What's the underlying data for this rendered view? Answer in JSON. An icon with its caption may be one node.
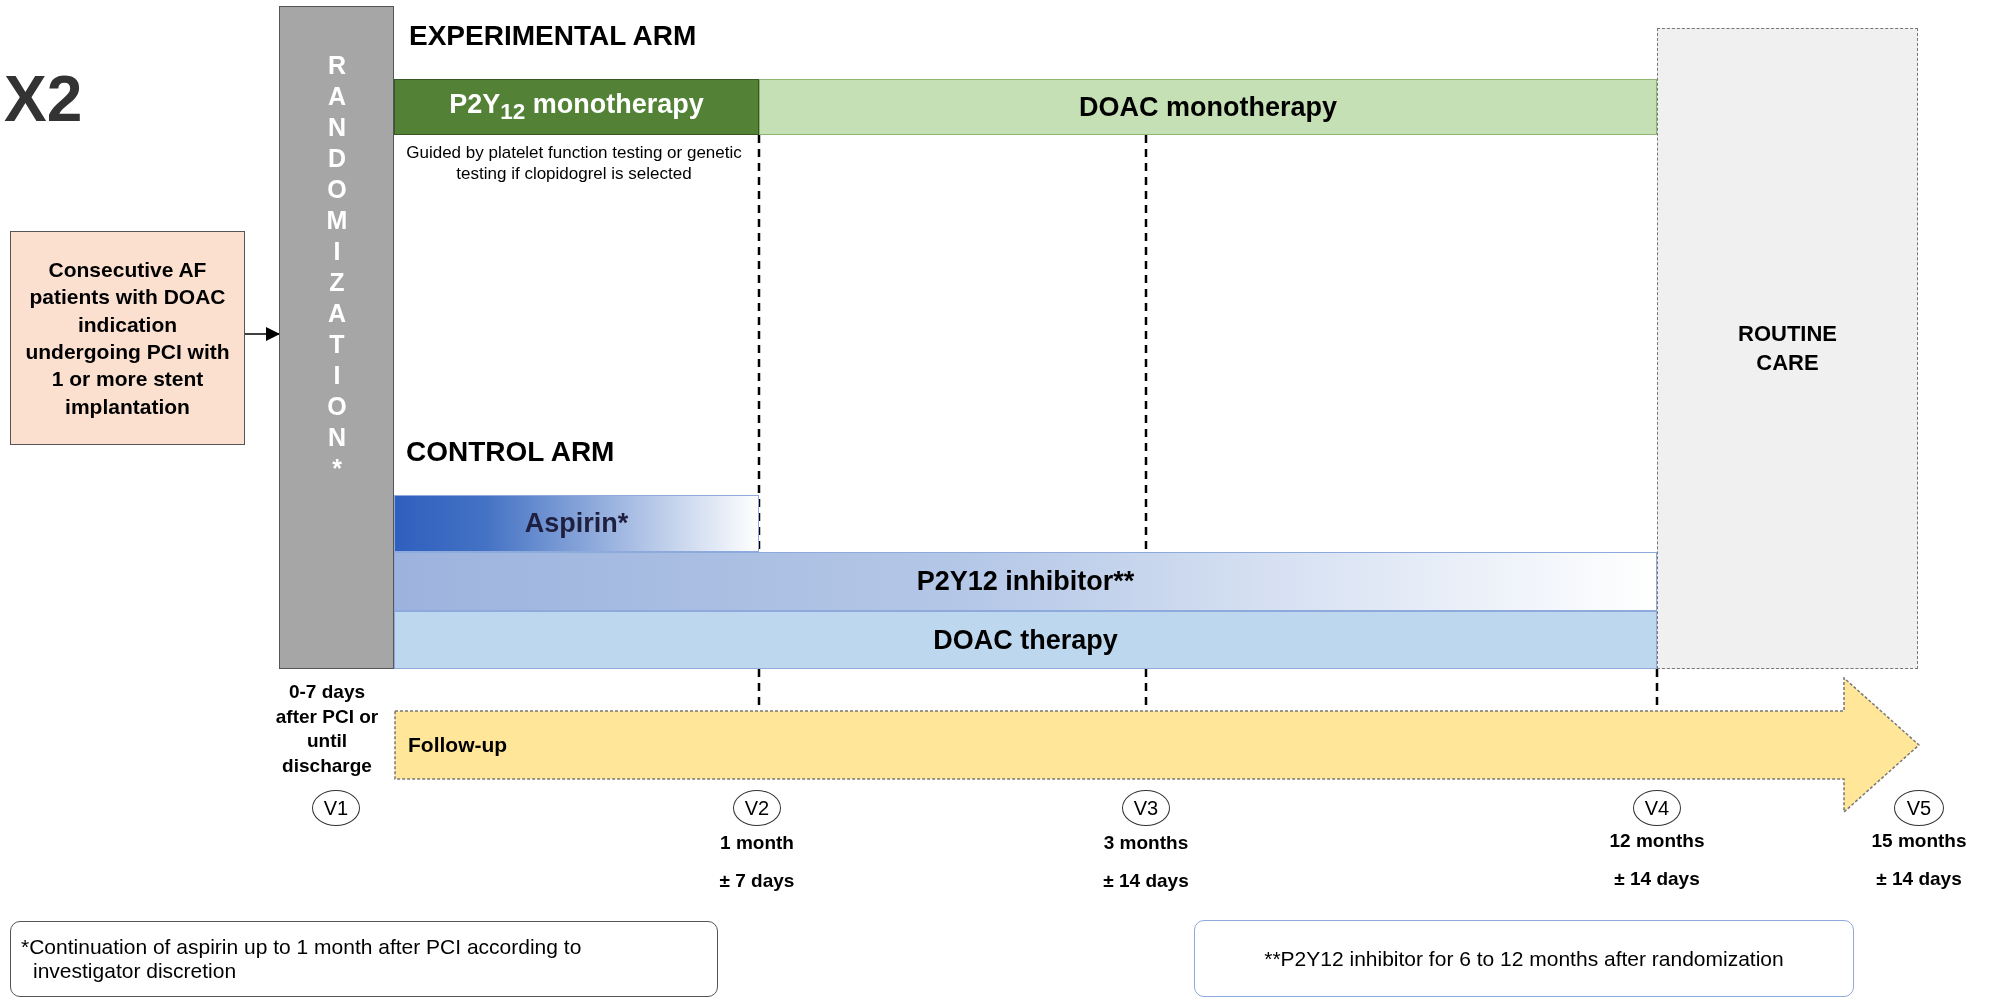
{
  "diagram": {
    "nodes": [
      {
        "text": [
          "Consecutive AF patients  with DOAC indication undergoing PCI with 1 or more stent implantation"
        ]
      },
      {
        "text": [
          "RANDOMIZATION*"
        ]
      },
      {
        "text": [
          "P2Y$_{12}$ monotherapy"
        ],
        "beside": [
          "Guided by platelet function testing or genetic testing if clopidogrel is selected"
        ]
      },
      {
        "text": [
          "DOAC  monotherapy"
        ]
      },
      {
        "text": [
          "Aspirin*"
        ]
      },
      {
        "text": [
          "P2Y12 inhibitor**"
        ]
      },
      {
        "text": [
          "DOAC  therapy"
        ]
      },
      {
        "text": [
          "ROUTINE CARE"
        ]
      },
      {
        "text": [
          "Follow-up"
        ]
      },
      {
        "text": [
          "V1"
        ],
        "beside": [
          "0-7 days after PCI or  until discharge"
        ]
      },
      {
        "text": [
          "V2"
        ],
        "beside": [
          "1 month",
          "± 7 days"
        ]
      },
      {
        "text": [
          "V3"
        ],
        "beside": [
          "3 months",
          "± 14 days"
        ]
      },
      {
        "text": [
          "V4"
        ],
        "beside": [
          "12 months",
          "± 14 days"
        ]
      },
      {
        "text": [
          "V5"
        ],
        "beside": [
          "15 months",
          "± 14 days"
        ]
      },
      {
        "text": [
          "*Continuation of aspirin up to 1 month after PCI according to investigator discretion"
        ]
      },
      {
        "text": [
          "**P2Y12 inhibitor for 6 to 12 months after randomization"
        ]
      }
    ],
    "edges": [
      {
        "from": 0,
        "to": 1,
        "arrow": "to"
      }
    ],
    "labels": [
      "X2",
      "EXPERIMENTAL ARM",
      "CONTROL ARM"
    ]
  }
}
